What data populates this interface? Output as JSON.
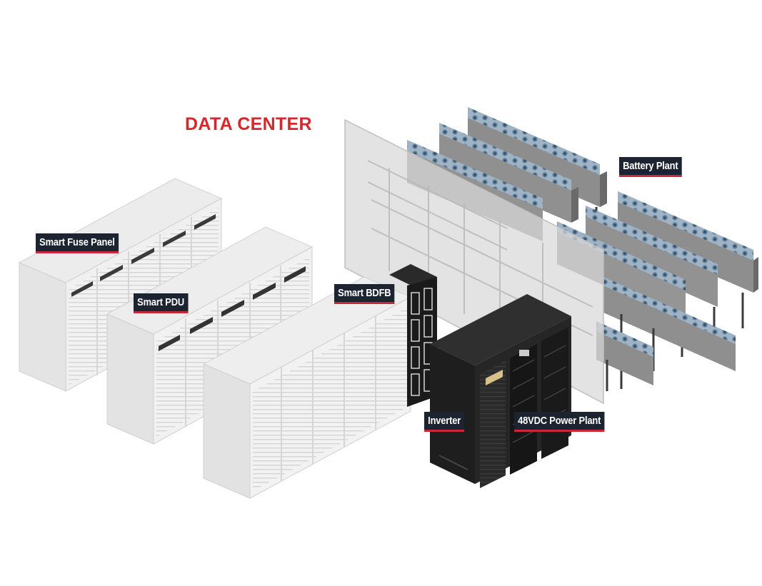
{
  "title": "DATA CENTER",
  "labels": {
    "battery_plant": "Battery Plant",
    "smart_fuse_panel": "Smart Fuse Panel",
    "smart_pdu": "Smart PDU",
    "smart_bdfb": "Smart BDFB",
    "inverter": "Inverter",
    "power_plant": "48VDC Power Plant"
  },
  "colors": {
    "title": "#d8262c",
    "label_bg": "#1c2431",
    "label_underline": "#c8283a",
    "light_cabinet": "#e6e6e6",
    "dark_cabinet": "#1f1f1f",
    "battery_cells": "#6f8fa8"
  }
}
